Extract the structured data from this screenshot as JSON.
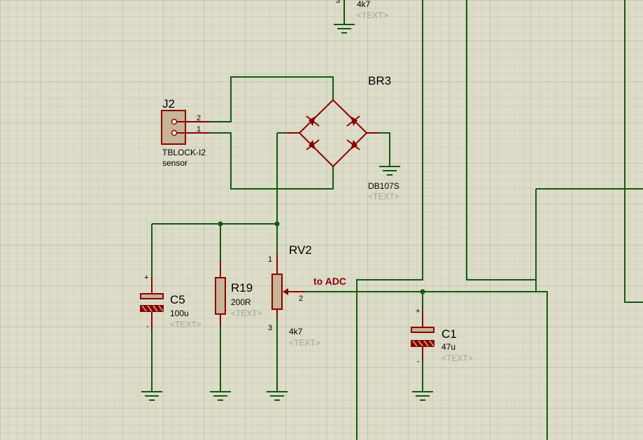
{
  "schematic": {
    "top_partial": {
      "value": "4k7",
      "text": "<TEXT>",
      "pin": "3"
    },
    "j2": {
      "ref": "J2",
      "value": "TBLOCK-I2",
      "label": "sensor",
      "pin1": "1",
      "pin2": "2"
    },
    "br3": {
      "ref": "BR3",
      "value": "DB107S",
      "text": "<TEXT>"
    },
    "c5": {
      "ref": "C5",
      "value": "100u",
      "text": "<TEXT>",
      "plus": "+",
      "minus": "-"
    },
    "r19": {
      "ref": "R19",
      "value": "200R",
      "text": "<TEXT>"
    },
    "rv2": {
      "ref": "RV2",
      "value": "4k7",
      "text": "<TEXT>",
      "pin1": "1",
      "pin2": "2",
      "pin3": "3"
    },
    "net_label": "to ADC",
    "c1": {
      "ref": "C1",
      "value": "47u",
      "text": "<TEXT>",
      "plus": "+",
      "minus": "-"
    },
    "colors": {
      "background": "#dcdcc8",
      "grid": "#c0c0b0",
      "wire": "#0f5a0f",
      "component": "#8b0000",
      "component_fill": "#c8b496"
    }
  }
}
